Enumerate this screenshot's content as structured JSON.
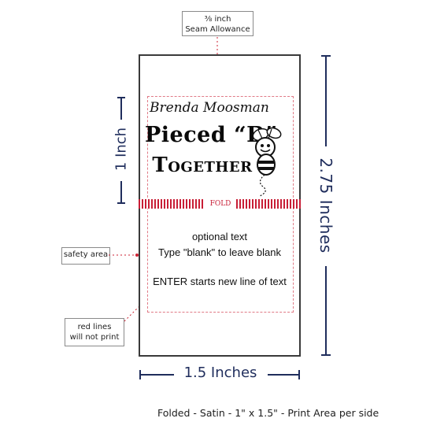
{
  "callouts": {
    "seam_fraction": "⅜ inch",
    "seam_label": "Seam Allowance",
    "safety_area": "safety area",
    "red_lines_1": "red lines",
    "red_lines_2": "will not print"
  },
  "label": {
    "name": "Brenda Moosman",
    "brand_line1": "Pieced “B”",
    "brand_line2": "Together",
    "fold": "FOLD",
    "optional_line1": "optional text",
    "optional_line2": "Type \"blank\" to leave blank",
    "optional_line3": "ENTER starts new line of text"
  },
  "dimensions": {
    "height_print": "1 Inch",
    "height_total": "2.75 Inches",
    "width": "1.5 Inches"
  },
  "footer": "Folded - Satin - 1\" x 1.5\" - Print Area per side",
  "colors": {
    "dimension_navy": "#1f2d5c",
    "guide_red": "#cc2233"
  },
  "icons": [
    "bee-icon"
  ]
}
